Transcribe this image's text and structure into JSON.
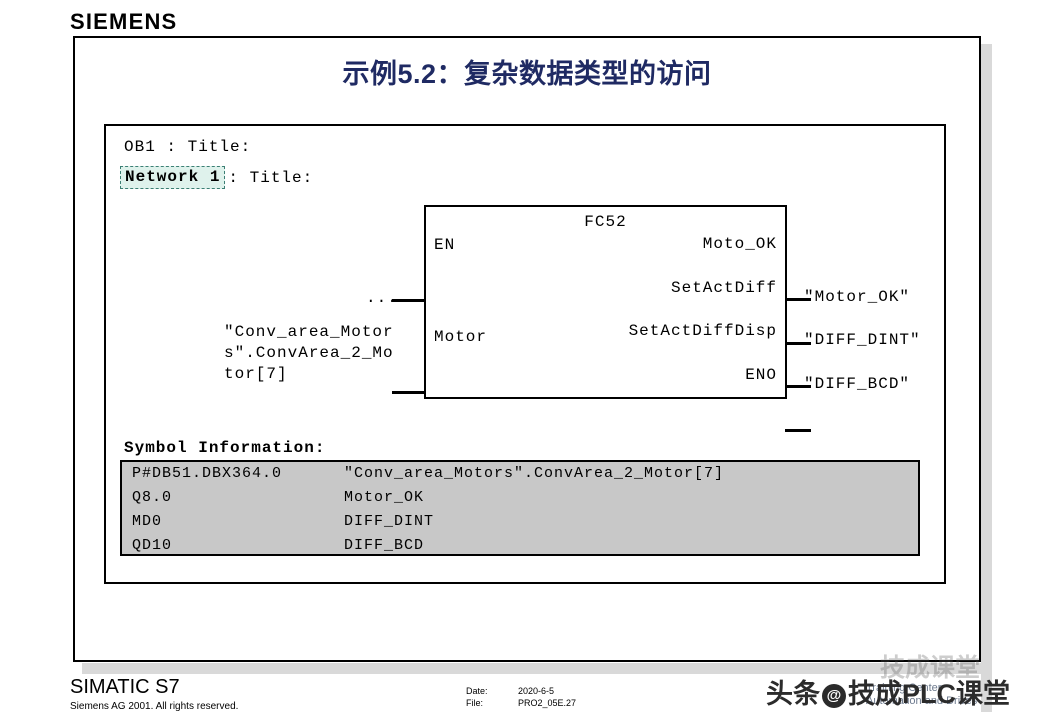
{
  "brand": {
    "logo": "SIEMENS"
  },
  "slide": {
    "title": "示例5.2：复杂数据类型的访问"
  },
  "network": {
    "ob_line": "OB1 : Title:",
    "selection_label": "Network 1",
    "selection_rest": ": Title:",
    "selection_fill_color": "#dff2ec",
    "selection_border_color": "#3c7f74"
  },
  "fc_block": {
    "name": "FC52",
    "inputs": [
      {
        "pin": "EN",
        "operand": "..."
      },
      {
        "pin": "Motor",
        "operand": "\"Conv_area_Motor\ns\".ConvArea_2_Mo\ntor[7]"
      }
    ],
    "outputs": [
      {
        "pin": "Moto_OK",
        "operand": "\"Motor_OK\""
      },
      {
        "pin": "SetActDiff",
        "operand": "\"DIFF_DINT\""
      },
      {
        "pin": "SetActDiffDisp",
        "operand": "\"DIFF_BCD\""
      },
      {
        "pin": "ENO",
        "operand": ""
      }
    ]
  },
  "symbol_information": {
    "title": "Symbol Information:",
    "background_color": "#c8c8c8",
    "rows": [
      {
        "address": "P#DB51.DBX364.0",
        "symbol": "\"Conv_area_Motors\".ConvArea_2_Motor[7]"
      },
      {
        "address": "Q8.0",
        "symbol": "Motor_OK"
      },
      {
        "address": "MD0",
        "symbol": "DIFF_DINT"
      },
      {
        "address": "QD10",
        "symbol": "DIFF_BCD"
      }
    ]
  },
  "footer": {
    "product": "SIMATIC S7",
    "copyright": "Siemens AG 2001. All rights reserved.",
    "date_label": "Date:",
    "date_value": "2020-6-5",
    "file_label": "File:",
    "file_value": "PRO2_05E.27",
    "training_line1": "Training Center",
    "training_line2": "Automation and Drives"
  },
  "watermark": {
    "prefix": "头条",
    "at": "@",
    "text": "技成PLC课堂",
    "ghost": "技成课堂"
  },
  "colors": {
    "title": "#1f2a63",
    "frame": "#000000",
    "shadow": "#d9d9d9"
  }
}
